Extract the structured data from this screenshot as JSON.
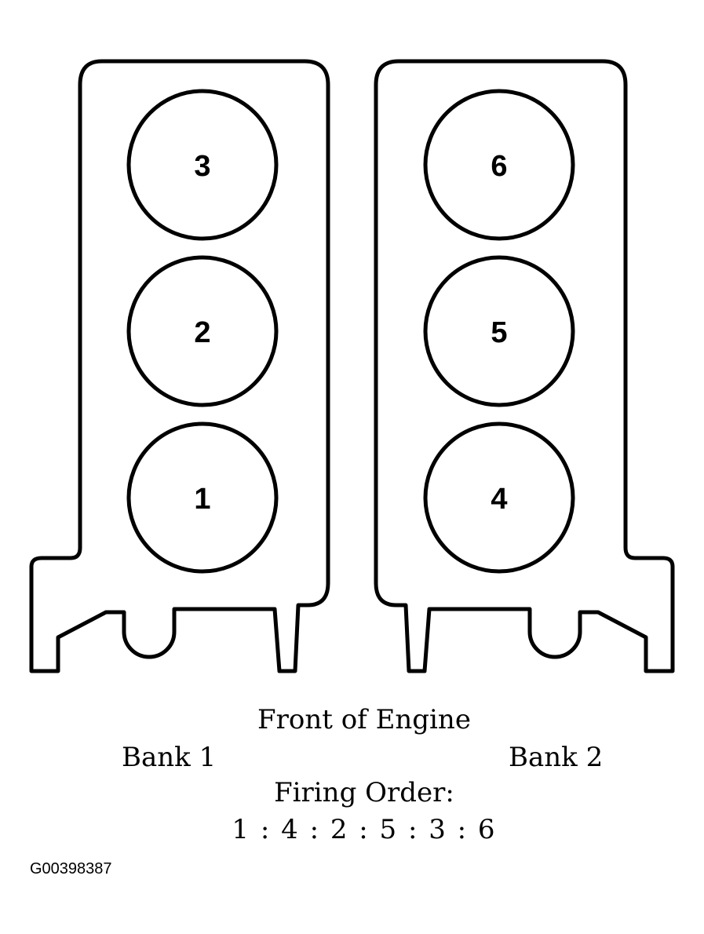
{
  "banks": [
    {
      "cylinders": [
        "3",
        "2",
        "1"
      ]
    },
    {
      "cylinders": [
        "6",
        "5",
        "4"
      ]
    }
  ],
  "labels": {
    "front": "Front of Engine",
    "bank1": "Bank 1",
    "bank2": "Bank 2",
    "firing_title": "Firing Order:",
    "firing_sequence": "1 : 4 : 2 : 5 : 3 : 6"
  },
  "figure_id": "G00398387",
  "colors": {
    "line": "#000000",
    "background": "#ffffff"
  }
}
